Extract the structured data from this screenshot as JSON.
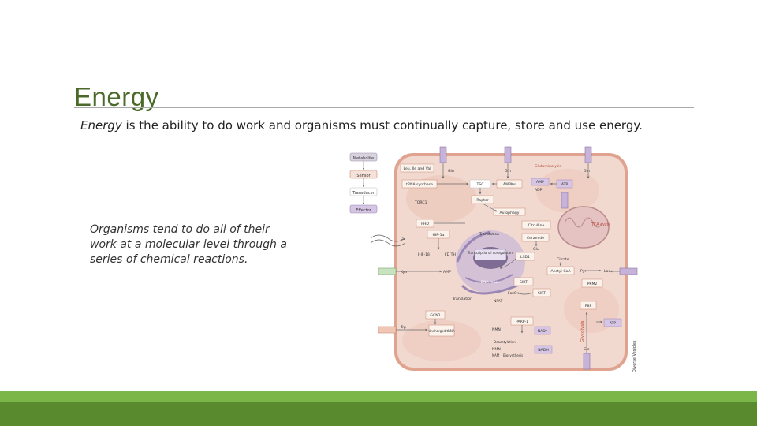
{
  "slide": {
    "title": "Energy",
    "lead_term": "Energy",
    "lead_rest": " is the ability to do work and organisms must continually capture, store and use energy.",
    "body": "Organisms tend to do all of their work at a molecular level through a series of chemical reactions."
  },
  "diagram": {
    "legend": [
      "Metabolite",
      "Sensor",
      "Transducer",
      "Effector"
    ],
    "labels": {
      "leucine": "Leu, Ile and Val",
      "gln1": "Gln",
      "gln2": "Gln",
      "gln3": "Gln",
      "glutaminolysis": "Glutaminolysis",
      "trna_synthase": "tRNA synthase",
      "tsc": "TSC",
      "ampk": "AMPKα",
      "amp": "AMP",
      "adp": "ADP",
      "atp": "ATP",
      "tor": "TORC1",
      "raptor": "Raptor",
      "autophagy": "Autophagy",
      "tca": "TCA cycle",
      "phd": "PHD",
      "hif1a": "HIF-1α",
      "translation": "Translation",
      "citrulline": "Citrulline",
      "ceramide": "Ceramide",
      "glu": "Glu",
      "o2": "O₂",
      "hif1b": "HIF-1β",
      "fdth": "FD TH",
      "tx": "Transcriptional coregulators",
      "lsd": "LSD1",
      "citrate": "Citrate",
      "acetylcoa": "Acetyl-CoA",
      "pyr": "Pyr",
      "lac": "Lac",
      "kyn": "Kyn",
      "amp2": "AMP",
      "dna": "DNA repair",
      "sirt": "SIRT",
      "pkm2": "PKM2",
      "translation2": "Translation",
      "foxo": "FoxO",
      "nfat": "NFAT",
      "gcn2": "GCN2",
      "fbp": "FBP",
      "trp": "Trp",
      "uncharged": "Uncharged tRNA",
      "parp": "PARP-1",
      "nmn": "NMN",
      "nad": "NAD⁺",
      "glycolysis": "Glycolysis",
      "nadh": "NADH",
      "atp2": "ATP",
      "glc": "Glc",
      "nam": "NAM",
      "biosynthesis": "Biosynthesis",
      "deacetylation": "Deacetylation",
      "side": "Diverse Vesicles"
    },
    "colors": {
      "cell": "#f2d9d0",
      "cell_border": "#e0a390",
      "nucleus": "#c9b8d8",
      "box": "#fbf2ec",
      "box_border": "#c98a74",
      "sensor": "#d6c5e4",
      "accent": "#b74a3a"
    }
  },
  "theme": {
    "title_color": "#4b6a2a",
    "bar_color": "#5a8a2e",
    "bar_accent": "#7ab648"
  }
}
